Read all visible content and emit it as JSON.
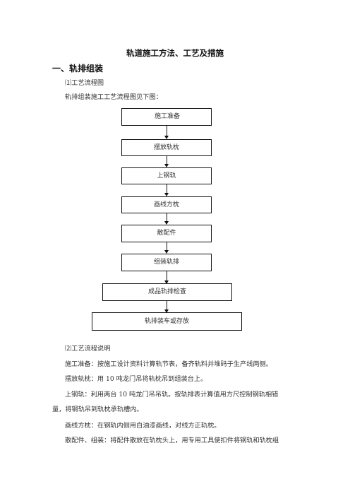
{
  "document": {
    "title": "轨道施工方法、工艺及措施",
    "section1_heading": "一、轨排组装",
    "sub1": "⑴工艺流程图",
    "flow_intro": "轨排组装施工工艺流程图见下图：",
    "flowchart": {
      "steps": [
        "施工准备",
        "摆放轨枕",
        "上钢轨",
        "画线方枕",
        "散配件",
        "组装轨排",
        "成品轨排检查",
        "轨排装车或存放"
      ]
    },
    "sub2": "⑵工艺流程说明",
    "paragraphs": {
      "p1": "施工准备：按施工设计资料计算轨节表，备齐轨料并堆码于生产线两侧。",
      "p2": "摆放轨枕：用 10 吨龙门吊将轨枕吊到组装台上。",
      "p3_line1": "上钢轨：利用两台 10 吨龙门吊吊轨。按轨排表计算值用方尺控制钢轨相错",
      "p3_line2": "量，将钢轨吊到轨枕承轨槽内。",
      "p4": "画线方枕：在钢轨内侧用白油漆画线，对线方正轨枕。",
      "p5": "散配件、组装：将配件散放在轨枕头上，用专用工具使扣件将钢轨和轨枕组"
    }
  }
}
